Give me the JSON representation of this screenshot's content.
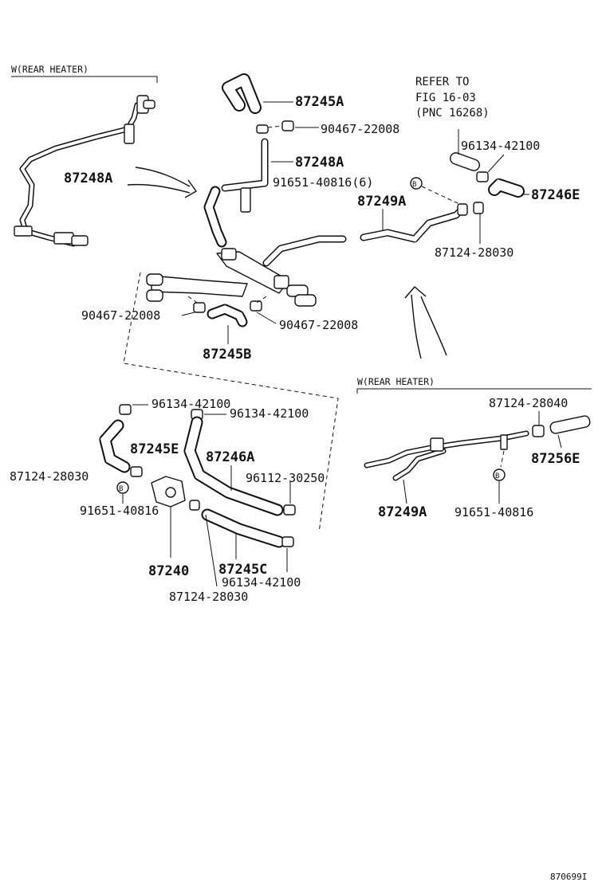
{
  "diagram": {
    "footer_code": "870699I",
    "section_headers": [
      {
        "id": "rear-heater-left",
        "text": "W(REAR HEATER)"
      },
      {
        "id": "rear-heater-right",
        "text": "W(REAR HEATER)"
      }
    ],
    "reference_note": [
      "REFER TO",
      "FIG 16-03",
      "(PNC 16268)"
    ],
    "symbol_b": "B",
    "part_labels": [
      {
        "id": "lbl-87245A",
        "text": "87245A",
        "bold": true
      },
      {
        "id": "lbl-90467-22008-a",
        "text": "90467-22008",
        "bold": false
      },
      {
        "id": "lbl-87248A-top",
        "text": "87248A",
        "bold": true
      },
      {
        "id": "lbl-91651-40816-6",
        "text": "91651-40816(6)",
        "bold": false
      },
      {
        "id": "lbl-87249A-top",
        "text": "87249A",
        "bold": true
      },
      {
        "id": "lbl-96134-42100-a",
        "text": "96134-42100",
        "bold": false
      },
      {
        "id": "lbl-87246E",
        "text": "87246E",
        "bold": true
      },
      {
        "id": "lbl-87124-28030-a",
        "text": "87124-28030",
        "bold": false
      },
      {
        "id": "lbl-87248A-left",
        "text": "87248A",
        "bold": true
      },
      {
        "id": "lbl-90467-22008-b",
        "text": "90467-22008",
        "bold": false
      },
      {
        "id": "lbl-90467-22008-c",
        "text": "90467-22008",
        "bold": false
      },
      {
        "id": "lbl-87245B",
        "text": "87245B",
        "bold": true
      },
      {
        "id": "lbl-96134-42100-b",
        "text": "96134-42100",
        "bold": false
      },
      {
        "id": "lbl-96134-42100-c",
        "text": "96134-42100",
        "bold": false
      },
      {
        "id": "lbl-87245E",
        "text": "87245E",
        "bold": true
      },
      {
        "id": "lbl-87246A",
        "text": "87246A",
        "bold": true
      },
      {
        "id": "lbl-87124-28030-b",
        "text": "87124-28030",
        "bold": false
      },
      {
        "id": "lbl-96112-30250",
        "text": "96112-30250",
        "bold": false
      },
      {
        "id": "lbl-91651-40816-a",
        "text": "91651-40816",
        "bold": false
      },
      {
        "id": "lbl-87240",
        "text": "87240",
        "bold": true
      },
      {
        "id": "lbl-87245C",
        "text": "87245C",
        "bold": true
      },
      {
        "id": "lbl-96134-42100-d",
        "text": "96134-42100",
        "bold": false
      },
      {
        "id": "lbl-87124-28030-c",
        "text": "87124-28030",
        "bold": false
      },
      {
        "id": "lbl-87124-28040",
        "text": "87124-28040",
        "bold": false
      },
      {
        "id": "lbl-87256E",
        "text": "87256E",
        "bold": true
      },
      {
        "id": "lbl-87249A-right",
        "text": "87249A",
        "bold": true
      },
      {
        "id": "lbl-91651-40816-b",
        "text": "91651-40816",
        "bold": false
      }
    ]
  }
}
